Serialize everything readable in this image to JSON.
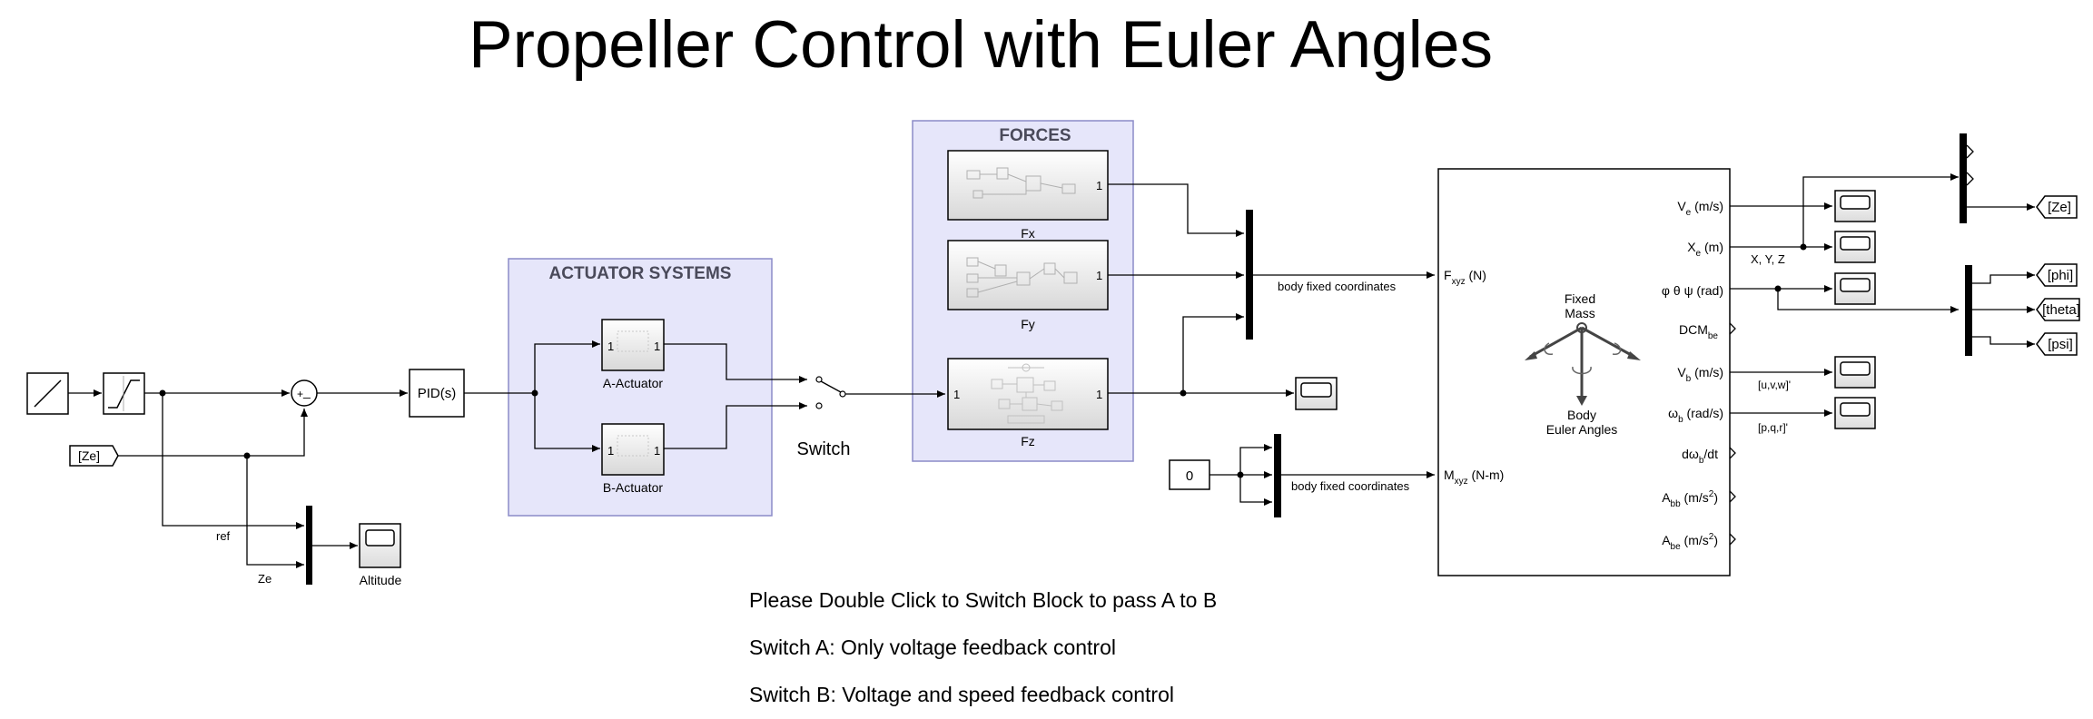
{
  "title": "Propeller Control with Euler Angles",
  "notes": [
    "Please Double Click to Switch Block to pass A to B",
    "Switch A: Only voltage feedback control",
    "Switch B: Voltage and speed feedback control"
  ],
  "blocks": {
    "goto_ze_in": "[Ze]",
    "pid": "PID(s)",
    "sum_plus": "+",
    "sum_minus": "_",
    "ref": "ref",
    "ze": "Ze",
    "altitude": "Altitude",
    "actuator_area": "ACTUATOR SYSTEMS",
    "a_actuator": "A-Actuator",
    "b_actuator": "B-Actuator",
    "port_1": "1",
    "switch": "Switch",
    "forces_area": "FORCES",
    "fx": "Fx",
    "fy": "Fy",
    "fz": "Fz",
    "constant_zero": "0",
    "body_fixed": "body fixed coordinates",
    "fixed_mass": "Fixed\nMass",
    "body_euler": "Body\nEuler Angles",
    "xyz": "X, Y, Z",
    "uvw": "[u,v,w]'",
    "pqr": "[p,q,r]'",
    "goto_ze": "[Ze]",
    "goto_phi": "[phi]",
    "goto_theta": "[theta]",
    "goto_psi": "[psi]"
  },
  "six_dof": {
    "in_f": {
      "main": "F",
      "sub": "xyz",
      "rest": " (N)"
    },
    "in_m": {
      "main": "M",
      "sub": "xyz",
      "rest": " (N-m)"
    },
    "out_ve": {
      "main": "V",
      "sub": "e",
      "rest": " (m/s)"
    },
    "out_xe": {
      "main": "X",
      "sub": "e",
      "rest": " (m)"
    },
    "out_euler": "φ θ ψ (rad)",
    "out_dcm": {
      "main": "DCM",
      "sub": "be",
      "rest": ""
    },
    "out_vb": {
      "main": "V",
      "sub": "b",
      "rest": " (m/s)"
    },
    "out_wb": {
      "main": "ω",
      "sub": "b",
      "rest": " (rad/s)"
    },
    "out_dwb": {
      "main": "dω",
      "sub": "b",
      "rest": "/dt"
    },
    "out_abb": {
      "main": "A",
      "sub": "bb",
      "rest": " (m/s",
      "sup": "2",
      "end": ")"
    },
    "out_abe": {
      "main": "A",
      "sub": "be",
      "rest": " (m/s",
      "sup": "2",
      "end": ")"
    }
  }
}
